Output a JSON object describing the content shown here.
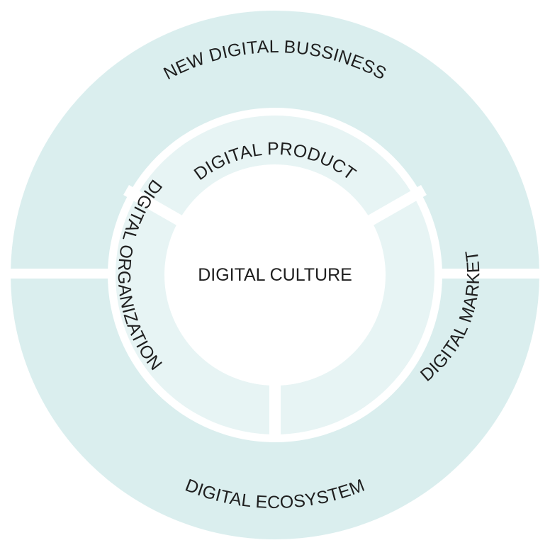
{
  "outer_ring": {
    "top_label": "NEW DIGITAL BUSSINESS",
    "bottom_label": "DIGITAL ECOSYSTEM"
  },
  "inner_ring": {
    "top_label": "DIGITAL PRODUCT",
    "left_label": "DIGITAL ORGANIZATION",
    "right_label": "DIGITAL MARKET"
  },
  "center": {
    "label": "DIGITAL CULTURE"
  },
  "colors": {
    "outer_ring_fill": "#daeeee",
    "inner_ring_fill": "#e7f4f4",
    "separator": "#ffffff",
    "center_fill": "#ffffff",
    "text": "#1f1f1f"
  }
}
